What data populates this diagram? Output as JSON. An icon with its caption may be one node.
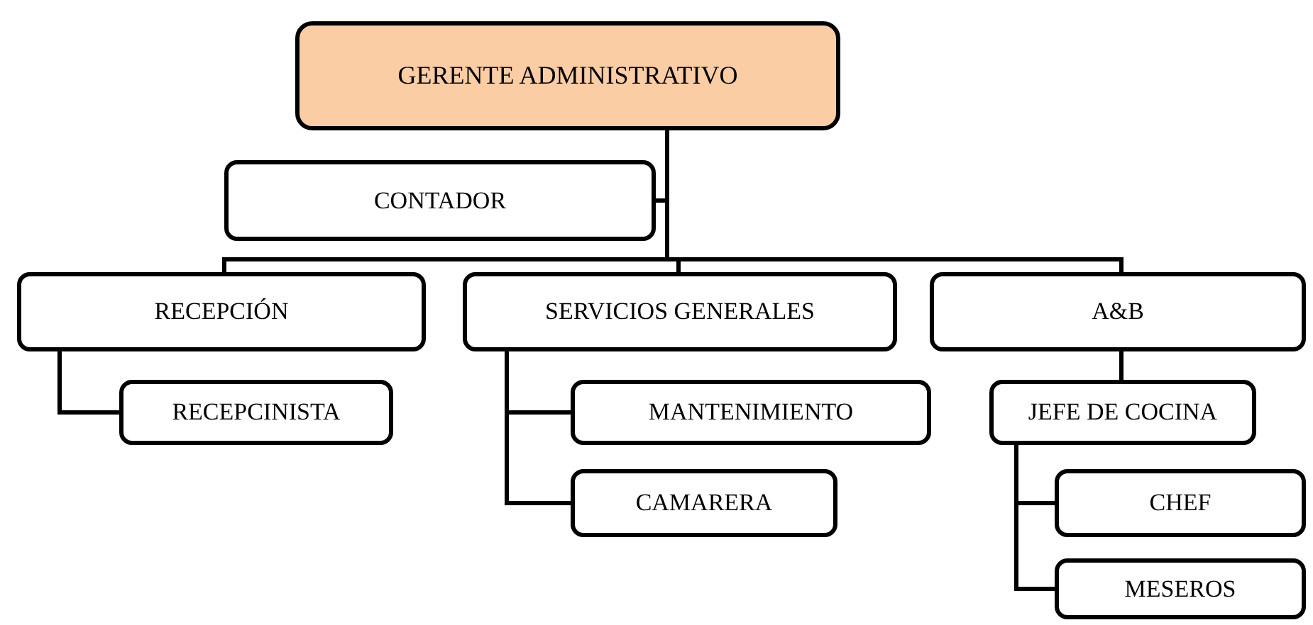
{
  "diagram": {
    "nodes": [
      {
        "text": [
          "GERENTE ADMINISTRATIVO"
        ]
      },
      {
        "text": [
          "CONTADOR"
        ]
      },
      {
        "text": [
          "RECEPCIÓN"
        ]
      },
      {
        "text": [
          "SERVICIOS GENERALES"
        ]
      },
      {
        "text": [
          "A&B"
        ]
      },
      {
        "text": [
          "RECEPCINISTA"
        ]
      },
      {
        "text": [
          "MANTENIMIENTO"
        ]
      },
      {
        "text": [
          "CAMARERA"
        ]
      },
      {
        "text": [
          "JEFE DE COCINA"
        ]
      },
      {
        "text": [
          "CHEF"
        ]
      },
      {
        "text": [
          "MESEROS"
        ]
      }
    ],
    "edges": [
      {
        "from": 0,
        "to": 1,
        "arrow": "none"
      },
      {
        "from": 0,
        "to": 2,
        "arrow": "none"
      },
      {
        "from": 0,
        "to": 3,
        "arrow": "none"
      },
      {
        "from": 0,
        "to": 4,
        "arrow": "none"
      },
      {
        "from": 2,
        "to": 5,
        "arrow": "none"
      },
      {
        "from": 3,
        "to": 6,
        "arrow": "none"
      },
      {
        "from": 3,
        "to": 7,
        "arrow": "none"
      },
      {
        "from": 4,
        "to": 8,
        "arrow": "none"
      },
      {
        "from": 8,
        "to": 9,
        "arrow": "none"
      },
      {
        "from": 8,
        "to": 10,
        "arrow": "none"
      }
    ]
  }
}
